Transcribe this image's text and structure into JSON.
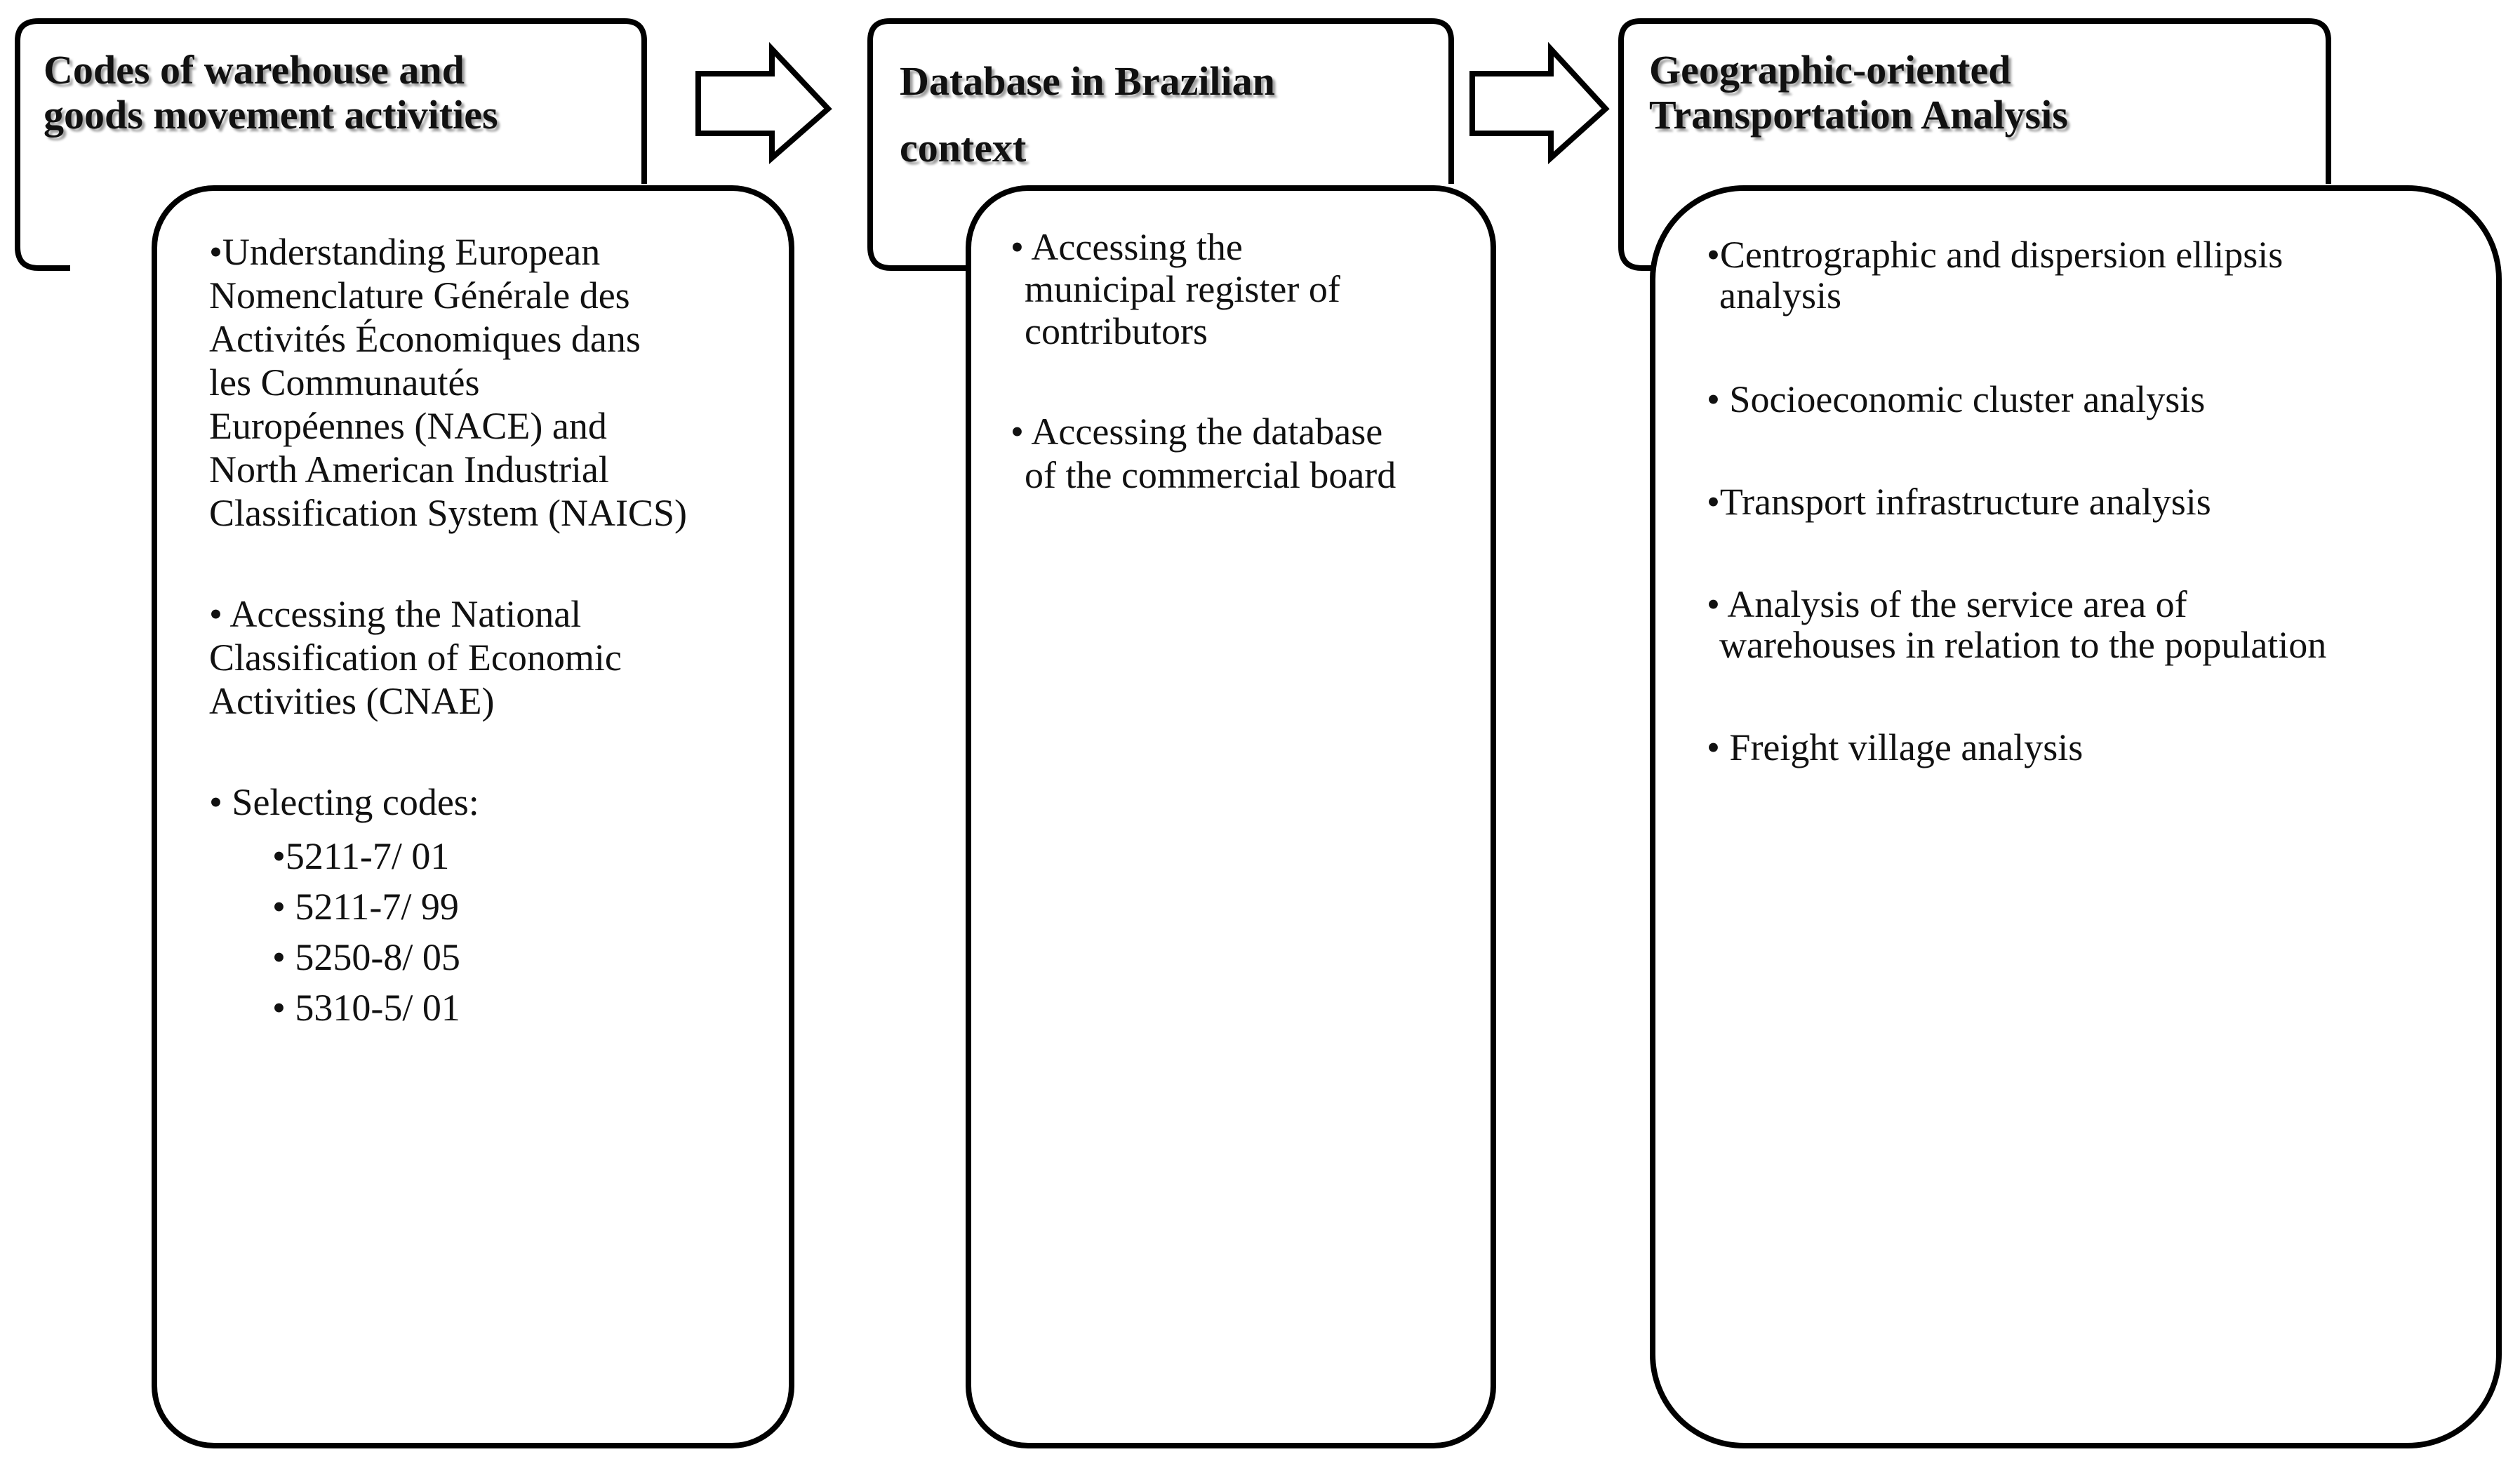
{
  "stages": [
    {
      "heading_lines": [
        "Codes of warehouse and",
        "goods movement activities"
      ],
      "items": [
        {
          "lines": [
            "•Understanding European",
            "Nomenclature Générale des",
            "Activités Économiques dans",
            "les Communautés",
            "Européennes (NACE)  and",
            "North American Industrial",
            "Classification System (NAICS)"
          ]
        },
        {
          "lines": [
            "• Accessing  the National",
            "Classification of Economic",
            "Activities (CNAE)"
          ]
        },
        {
          "lines": [
            "• Selecting codes:"
          ],
          "sub_items": [
            "•5211-7/ 01",
            "• 5211-7/ 99",
            "• 5250-8/ 05",
            "• 5310-5/ 01"
          ]
        }
      ]
    },
    {
      "heading_lines": [
        "Database in Brazilian",
        "context"
      ],
      "items": [
        {
          "lines": [
            "• Accessing  the",
            "municipal register of",
            "contributors"
          ]
        },
        {
          "lines": [
            "• Accessing the database",
            "of the commercial board"
          ]
        }
      ]
    },
    {
      "heading_lines": [
        "Geographic-oriented",
        "Transportation Analysis"
      ],
      "items": [
        {
          "lines": [
            "•Centrographic and dispersion ellipsis",
            "analysis"
          ]
        },
        {
          "lines": [
            "• Socioeconomic cluster analysis"
          ]
        },
        {
          "lines": [
            "•Transport infrastructure analysis"
          ]
        },
        {
          "lines": [
            "• Analysis of the service area of",
            "warehouses in relation to the population"
          ]
        },
        {
          "lines": [
            "• Freight village analysis"
          ]
        }
      ]
    }
  ]
}
